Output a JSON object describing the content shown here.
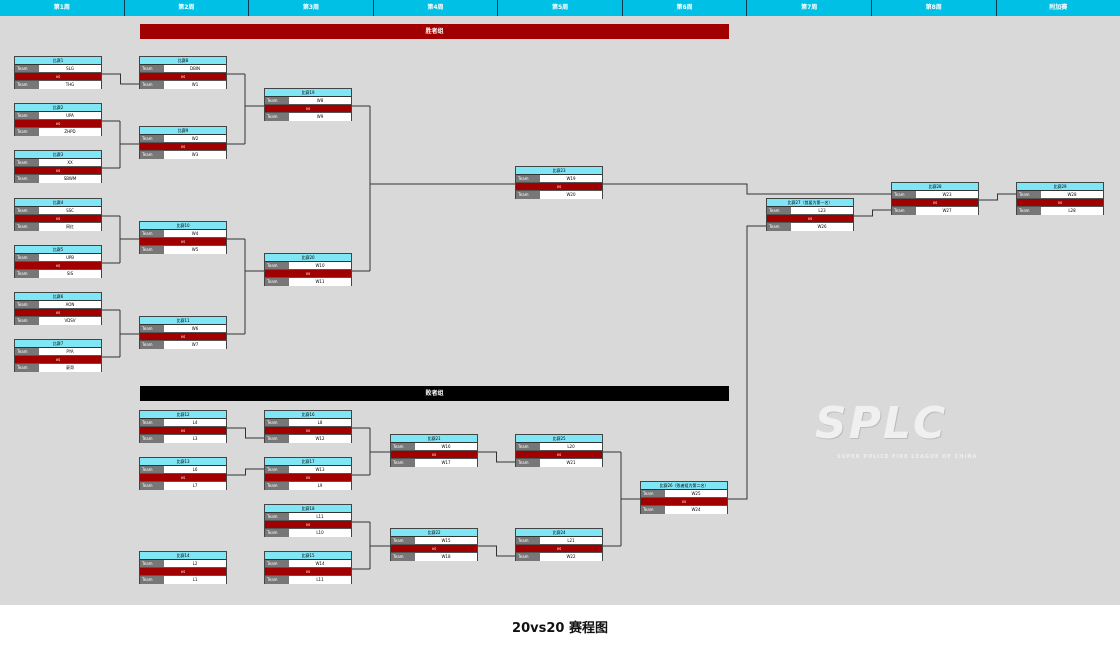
{
  "weeks": [
    "第1周",
    "第2周",
    "第3周",
    "第4周",
    "第5周",
    "第6周",
    "第7周",
    "第8周",
    "附加赛"
  ],
  "winners_label": "胜者组",
  "losers_label": "败者组",
  "team_label": "Team",
  "vs_label": "vs",
  "logo": {
    "text": "SPLC",
    "subtext": "SUPER POLICE FIRE LEAGUE OF CHINA"
  },
  "caption": "20vs20 赛程图",
  "colors": {
    "week_bar": "#00c0e6",
    "winners": "#a00000",
    "losers": "#000000",
    "match_header": "#7fe6f6"
  },
  "matches": [
    {
      "title": "比赛1",
      "team1": "SLG",
      "team2": "THG"
    },
    {
      "title": "比赛2",
      "team1": "UPA",
      "team2": "ZHPD"
    },
    {
      "title": "比赛3",
      "team1": "XX",
      "team2": "SBWM"
    },
    {
      "title": "比赛4",
      "team1": "SSC",
      "team2": "网红"
    },
    {
      "title": "比赛5",
      "team1": "UPB",
      "team2": "SIS"
    },
    {
      "title": "比赛6",
      "team1": "AON",
      "team2": "VDSV"
    },
    {
      "title": "比赛7",
      "team1": "PYA",
      "team2": "豪哥"
    },
    {
      "title": "比赛8",
      "team1": "DBIN",
      "team2": "W1"
    },
    {
      "title": "比赛9",
      "team1": "W2",
      "team2": "W3"
    },
    {
      "title": "比赛10",
      "team1": "W4",
      "team2": "W5"
    },
    {
      "title": "比赛11",
      "team1": "W6",
      "team2": "W7"
    },
    {
      "title": "比赛19",
      "team1": "W8",
      "team2": "W9"
    },
    {
      "title": "比赛20",
      "team1": "W10",
      "team2": "W11"
    },
    {
      "title": "比赛23",
      "team1": "W19",
      "team2": "W20"
    },
    {
      "title": "比赛27（首届为第一名）",
      "team1": "L23",
      "team2": "W26"
    },
    {
      "title": "比赛28",
      "team1": "W23",
      "team2": "W27"
    },
    {
      "title": "比赛29",
      "team1": "W28",
      "team2": "L28"
    },
    {
      "title": "比赛12",
      "team1": "L4",
      "team2": "L3"
    },
    {
      "title": "比赛13",
      "team1": "L6",
      "team2": "L7"
    },
    {
      "title": "比赛14",
      "team1": "L2",
      "team2": "L1"
    },
    {
      "title": "比赛16",
      "team1": "L8",
      "team2": "W12"
    },
    {
      "title": "比赛17",
      "team1": "W13",
      "team2": "L9"
    },
    {
      "title": "比赛18",
      "team1": "L11",
      "team2": "L10"
    },
    {
      "title": "比赛15",
      "team1": "W14",
      "team2": "L11"
    },
    {
      "title": "比赛21",
      "team1": "W16",
      "team2": "W17"
    },
    {
      "title": "比赛22",
      "team1": "W15",
      "team2": "W18"
    },
    {
      "title": "比赛25",
      "team1": "L20",
      "team2": "W21"
    },
    {
      "title": "比赛24",
      "team1": "L21",
      "team2": "W22"
    },
    {
      "title": "比赛26（败者组为第二名）",
      "team1": "W25",
      "team2": "W24"
    }
  ]
}
